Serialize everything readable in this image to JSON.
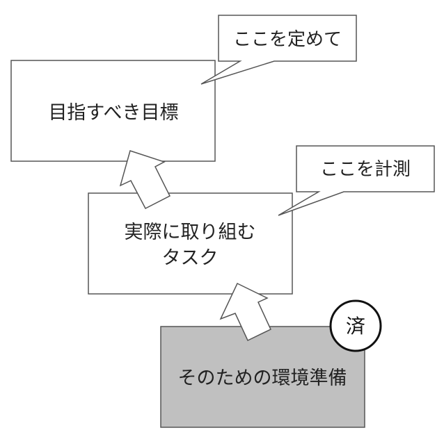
{
  "nodes": {
    "goal": {
      "label": "目指すべき目標"
    },
    "task": {
      "label_line1": "実際に取り組む",
      "label_line2": "タスク"
    },
    "prep": {
      "label": "そのための環境準備"
    }
  },
  "callouts": {
    "goal_callout": {
      "label": "ここを定めて"
    },
    "task_callout": {
      "label": "ここを計測"
    }
  },
  "badge": {
    "label": "済"
  },
  "colors": {
    "stroke": "#555555",
    "box_fill": "#ffffff",
    "prep_fill": "#c0c0c0",
    "text": "#222222"
  }
}
